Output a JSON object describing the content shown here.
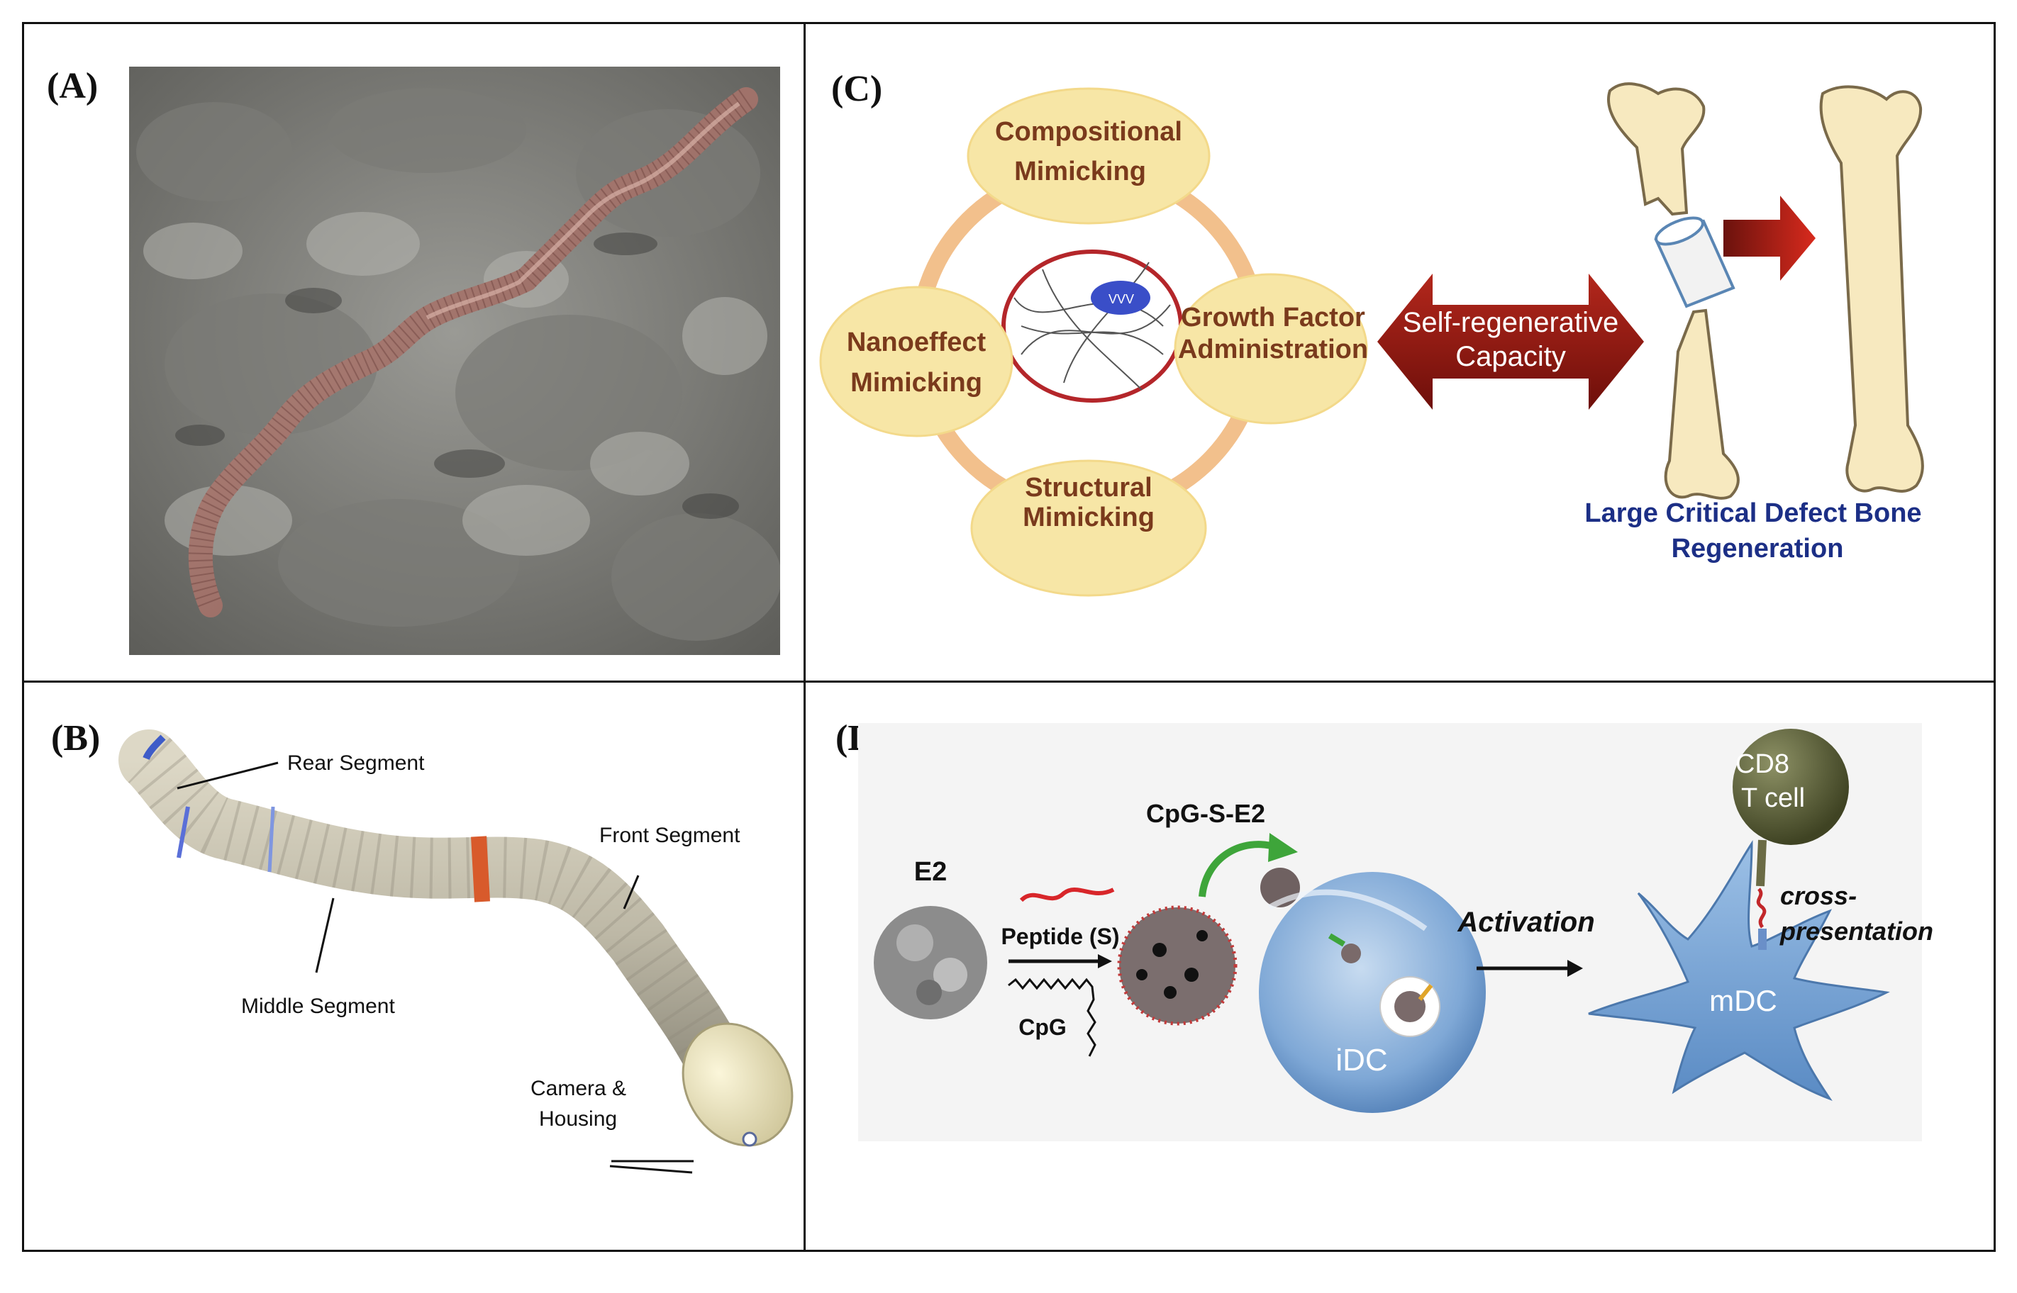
{
  "panels": {
    "a": {
      "label": "(A)"
    },
    "b": {
      "label": "(B)",
      "callouts": {
        "rear": "Rear Segment",
        "front": "Front Segment",
        "middle": "Middle Segment",
        "camera_line1": "Camera &",
        "camera_line2": "Housing"
      }
    },
    "c": {
      "label": "(C)",
      "nodes": {
        "top_1": "Compositional",
        "top_2": "Mimicking",
        "left_1": "Nanoeffect",
        "left_2": "Mimicking",
        "right_1": "Growth Factor",
        "right_2": "Administration",
        "bottom_1": "Structural",
        "bottom_2": "Mimicking"
      },
      "arrow_1": "Self-regenerative",
      "arrow_2": "Capacity",
      "caption_1": "Large Critical Defect Bone",
      "caption_2": "Regeneration"
    },
    "d": {
      "label": "(D)",
      "e2": "E2",
      "peptide": "Peptide (S)",
      "cpg": "CpG",
      "complex": "CpG-S-E2",
      "idc": "iDC",
      "activation": "Activation",
      "mdc": "mDC",
      "tcell_1": "CD8",
      "tcell_2": "T cell",
      "cross_1": "cross-",
      "cross_2": "presentation"
    }
  },
  "colors": {
    "oval_fill": "#f7e6a6",
    "oval_text": "#7a3a1c",
    "ring": "#f2c08c",
    "arrow_red": "#9b1b12",
    "bone": "#f7e9bf",
    "caption_blue": "#1c2f86",
    "cell_blue": "#7fa8d6",
    "tcell": "#4e5330"
  }
}
